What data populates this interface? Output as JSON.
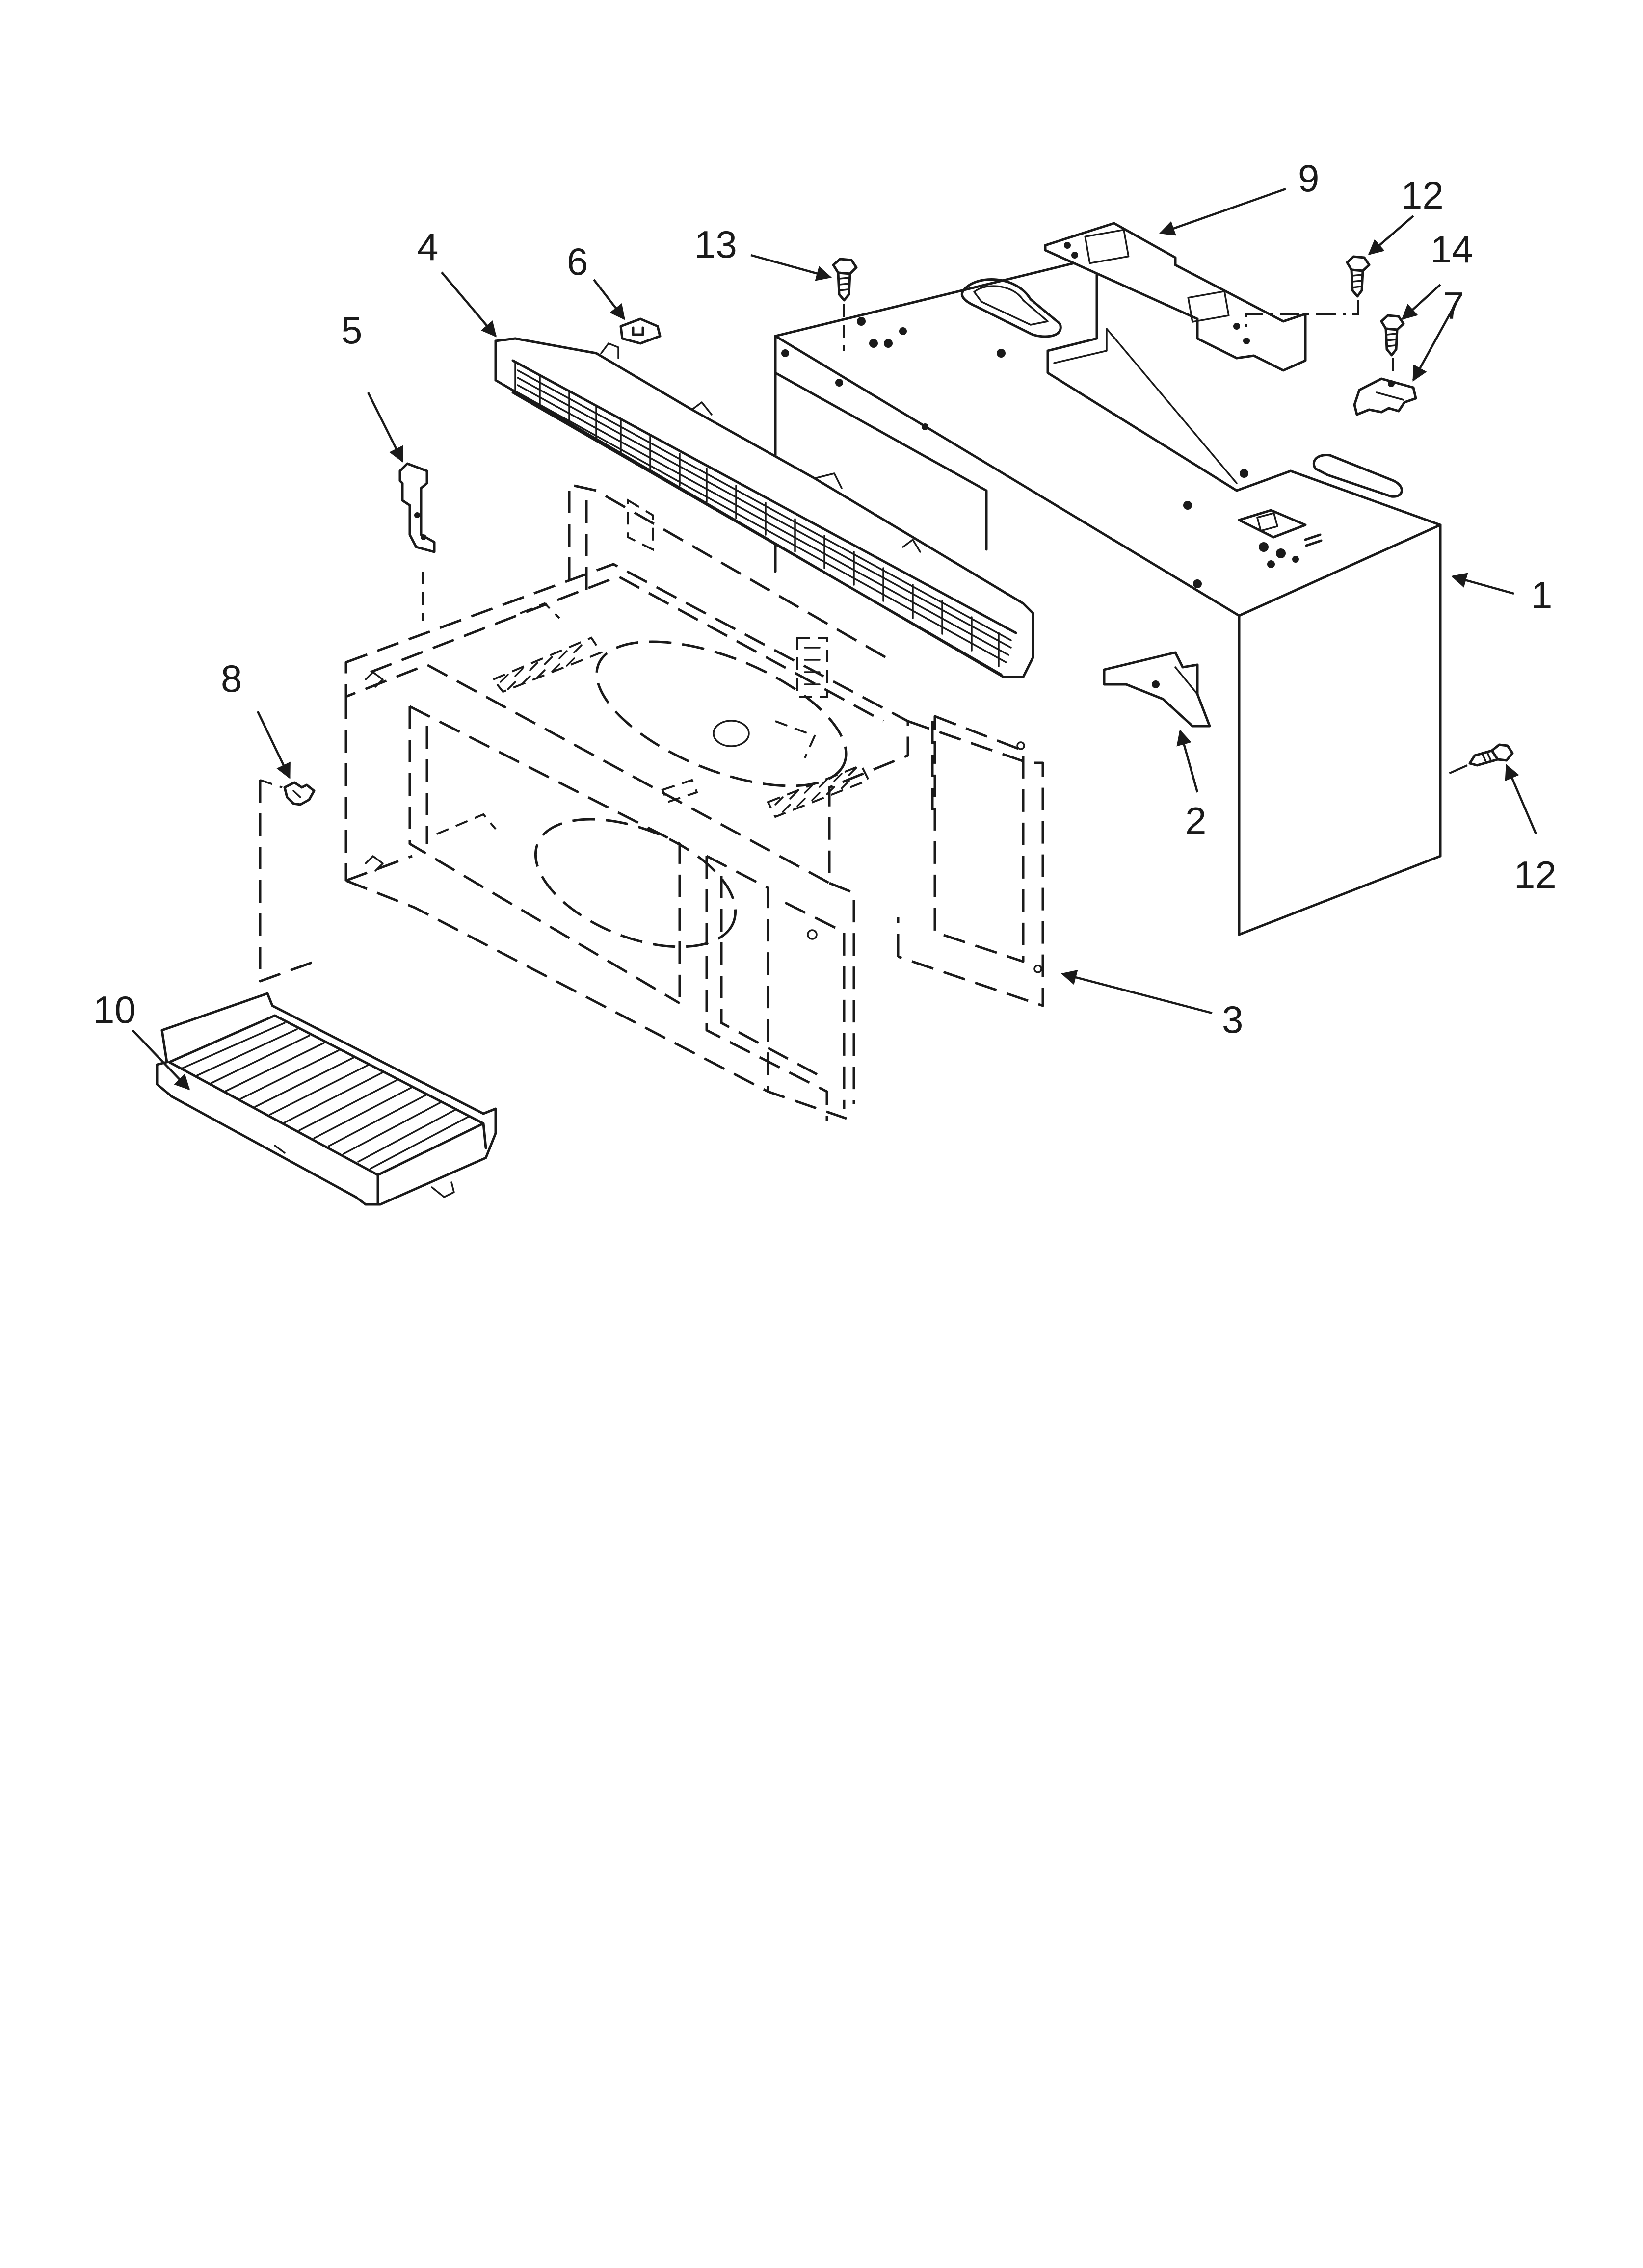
{
  "callouts": [
    {
      "id": "1",
      "label": "1"
    },
    {
      "id": "2",
      "label": "2"
    },
    {
      "id": "3",
      "label": "3"
    },
    {
      "id": "4",
      "label": "4"
    },
    {
      "id": "5",
      "label": "5"
    },
    {
      "id": "6",
      "label": "6"
    },
    {
      "id": "7",
      "label": "7"
    },
    {
      "id": "8",
      "label": "8"
    },
    {
      "id": "9",
      "label": "9"
    },
    {
      "id": "10",
      "label": "10"
    },
    {
      "id": "12a",
      "label": "12"
    },
    {
      "id": "12b",
      "label": "12"
    },
    {
      "id": "13",
      "label": "13"
    },
    {
      "id": "14",
      "label": "14"
    }
  ]
}
